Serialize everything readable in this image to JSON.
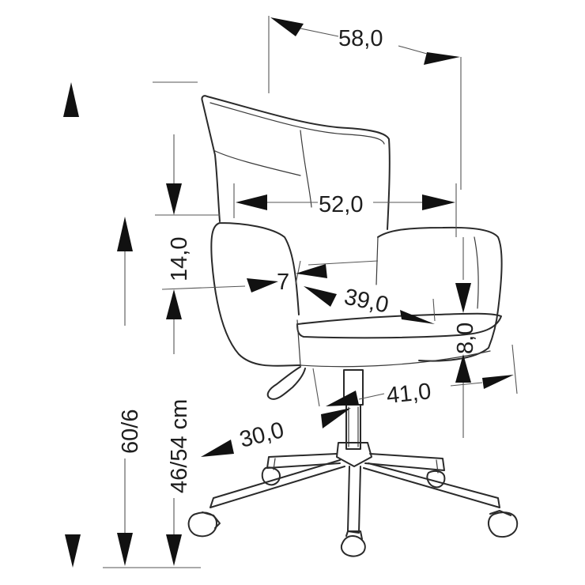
{
  "colors": {
    "line": "#2a2a2a",
    "arrow": "#111111",
    "text": "#1e1e1e",
    "background": "#ffffff"
  },
  "dimensions": {
    "total_width": "58,0",
    "seat_width": "52,0",
    "backrest_above_armrest": "14,0",
    "armrest_indicator": "7",
    "seat_depth": "39,0",
    "seat_thickness": "8,0",
    "total_depth": "41,0",
    "base_radius": "30,0",
    "seat_height": "46/54 cm",
    "armrest_height": "60/6"
  }
}
